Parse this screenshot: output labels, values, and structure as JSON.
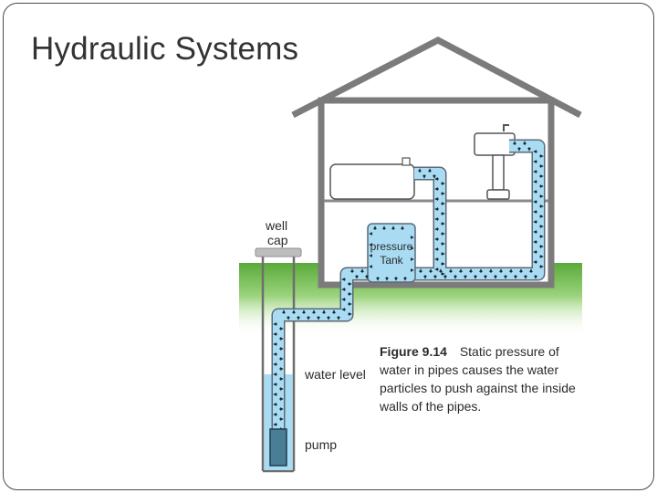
{
  "slide": {
    "title": "Hydraulic Systems"
  },
  "diagram": {
    "labels": {
      "well_cap_line1": "well",
      "well_cap_line2": "cap",
      "pressure_tank_line1": "pressure",
      "pressure_tank_line2": "Tank",
      "water_level": "water level",
      "pump": "pump"
    },
    "caption": {
      "figure_number": "Figure 9.14",
      "line1": "Static pressure of",
      "line2": "water in pipes causes the water",
      "line3": "particles to push against the inside",
      "line4": "walls of the pipes."
    },
    "colors": {
      "water": "#a9dcf3",
      "pipe_outline": "#5a6b78",
      "grass": "#5aaa3a",
      "house_wall": "#7b7b7b",
      "pump": "#4a7d96"
    }
  }
}
